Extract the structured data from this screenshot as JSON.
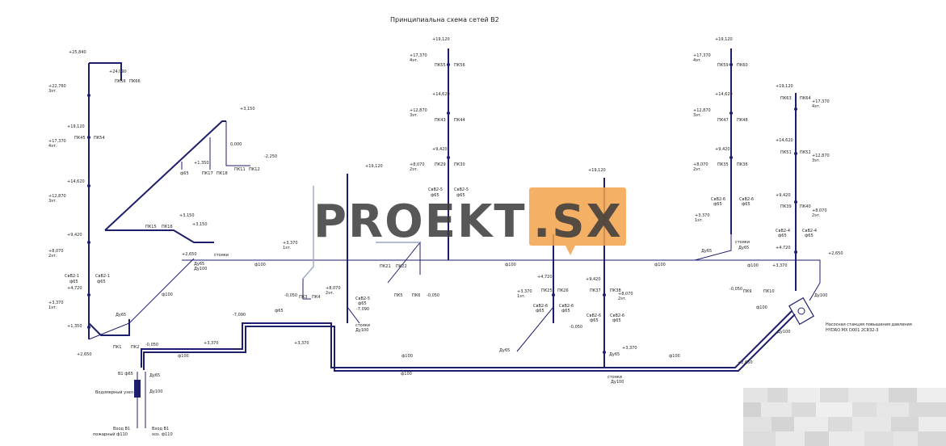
{
  "title": "Принципиальна схема сетей В2",
  "watermark": {
    "left": "PROEKT",
    "right": ".SX"
  },
  "colors": {
    "pipe": "#1e1e6e",
    "watermark_box": "#f2a24a",
    "faint_pipe": "#9aa6c4"
  },
  "risers": [
    {
      "id": "r1",
      "label_a": "СвВ2-1",
      "label_b": "ф65"
    },
    {
      "id": "r2",
      "label_a": "СвВ2-5",
      "label_b": "ф65"
    },
    {
      "id": "r3",
      "label_a": "СвВ2-6",
      "label_b": "ф65"
    },
    {
      "id": "r4",
      "label_a": "СвВ2-4",
      "label_b": "ф65"
    }
  ],
  "elevations": {
    "e1": "+25,840",
    "e2": "+22,760",
    "e3": "+19,120",
    "e4": "+17,370",
    "e5": "+14,620",
    "e6": "+12,870",
    "e7": "+9,420",
    "e8": "+8,070",
    "e9": "+4,720",
    "e10": "+3,370",
    "e11": "+1,350",
    "e12": "+2,650",
    "e13": "+24,090",
    "e14": "+3,150",
    "e15": "0,000",
    "e16": "-2,250",
    "e17": "+1,350",
    "e18": "+3,150",
    "e19": "+2,650",
    "e20": "+19,120",
    "e21": "+17,370",
    "e22": "+14,620",
    "e23": "+12,870",
    "e24": "+9,420",
    "e25": "+8,070",
    "e26": "+19,120",
    "e27": "+3,370",
    "e28": "-0,050",
    "e29": "+8,070",
    "e30": "-7,090",
    "e31": "+3,370",
    "e32": "+4,720",
    "e33": "+9,420",
    "e34": "-0,050",
    "e35": "+3,370",
    "e36": "+19,120",
    "e37": "+17,370",
    "e38": "+14,620",
    "e39": "+12,870",
    "e40": "+9,420",
    "e41": "+8,070",
    "e42": "+3,370",
    "e43": "+19,120",
    "e44": "+17,370",
    "e45": "+14,620",
    "e46": "+12,870",
    "e47": "+9,420",
    "e48": "+8,070",
    "e49": "+4,720",
    "e50": "+2,650",
    "e51": "-0,050",
    "e52": "+2,650",
    "e53": "-7,090",
    "e54": "+3,370"
  },
  "pipe_labels": {
    "d100a": "ф100",
    "d100b": "ф100",
    "d100c": "ф100",
    "d100d": "ф100",
    "d100e": "ф100",
    "d100f": "ф100",
    "d100g": "ф100",
    "d100h": "ф100",
    "d65a": "ф65",
    "d65b": "ф65",
    "du100a": "Ду100",
    "du100b": "Ду100",
    "du100c": "Ду100",
    "du100d": "Ду100",
    "du65a": "Ду65",
    "du65b": "Ду65",
    "du65c": "Ду65",
    "du65d": "Ду65"
  },
  "notes": {
    "pump": "Насосная станция повышения давления",
    "pump_model": "HYDRO MX D001 2CR32-3",
    "inlet_label": "Водомерный узел",
    "inlet_a": "В1 ф65",
    "inlet_b1": "Вход В1",
    "inlet_b2": "пожарный ф110",
    "inlet_c1": "Вход В1",
    "inlet_c2": "хоз. ф110",
    "stoyak": "стояки"
  },
  "fixtures": {
    "f1": "ПК56",
    "f2": "ПК66",
    "f3": "ПК45",
    "f4": "ПК54",
    "f5": "ПК1",
    "f6": "ПК2",
    "f7": "ПК15",
    "f8": "ПК16",
    "f9": "ПК11",
    "f10": "ПК12",
    "f11": "ПК17",
    "f12": "ПК18",
    "f13": "ПК55",
    "f14": "ПК56",
    "f15": "ПК43",
    "f16": "ПК44",
    "f17": "ПК29",
    "f18": "ПК30",
    "f19": "ПК59",
    "f20": "ПК60",
    "f21": "ПК47",
    "f22": "ПК48",
    "f23": "ПК35",
    "f24": "ПК36",
    "f25": "ПК63",
    "f26": "ПК64",
    "f27": "ПК51",
    "f28": "ПК52",
    "f29": "ПК39",
    "f30": "ПК40",
    "f31": "ПК25",
    "f32": "ПК26",
    "f33": "ПК37",
    "f34": "ПК38",
    "f35": "ПК9",
    "f36": "ПК10",
    "f37": "ПК5",
    "f38": "ПК6",
    "f39": "ПК3",
    "f40": "ПК4",
    "f41": "ПК21",
    "f42": "ПК22"
  },
  "floors": {
    "fl1": "1эт.",
    "fl2": "2эт.",
    "fl3": "3эт.",
    "fl4": "4эт."
  }
}
